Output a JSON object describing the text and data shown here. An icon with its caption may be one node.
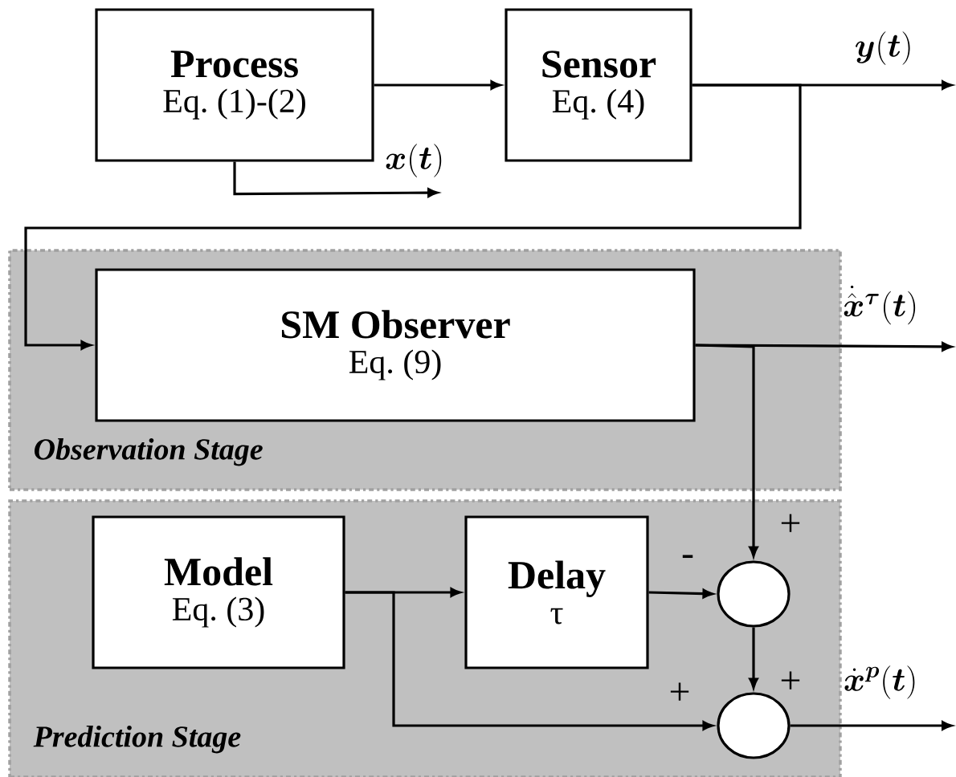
{
  "diagram": {
    "nodes": [
      {
        "text": [
          "Process",
          "Eq. (1)-(2)"
        ]
      },
      {
        "text": [
          "Sensor",
          "Eq. (4)"
        ]
      },
      {
        "text": [
          "Observation Stage"
        ]
      },
      {
        "text": [
          "SM Observer",
          "Eq. (9)"
        ],
        "in": 2
      },
      {
        "text": [
          "Prediction Stage"
        ]
      },
      {
        "text": [
          "Model",
          "Eq. (3)"
        ],
        "in": 4
      },
      {
        "text": [
          "Delay",
          "τ"
        ],
        "in": 4
      },
      {
        "text": [],
        "shape": "circle",
        "in": 4
      },
      {
        "text": [],
        "shape": "circle",
        "in": 4
      }
    ],
    "edges": [
      {
        "from": 0,
        "to": 1,
        "arrow": "to"
      },
      {
        "from": 0,
        "to": null,
        "arrow": "to",
        "label": "\\boldsymbol{x}(\\boldsymbol{t})"
      },
      {
        "from": 1,
        "to": null,
        "arrow": "to",
        "label": "\\boldsymbol{y}(\\boldsymbol{t})"
      },
      {
        "from": 1,
        "to": 3,
        "arrow": "to"
      },
      {
        "from": 3,
        "to": null,
        "arrow": "to",
        "label": "\\dot{\\hat{\\boldsymbol{x}}}^{\\boldsymbol{\\tau}}(\\boldsymbol{t})"
      },
      {
        "from": 3,
        "to": 7,
        "arrow": "to",
        "label": "+"
      },
      {
        "from": 5,
        "to": 6,
        "arrow": "to"
      },
      {
        "from": 6,
        "to": 7,
        "arrow": "to",
        "label": "-"
      },
      {
        "from": 7,
        "to": 8,
        "arrow": "to",
        "label": "+"
      },
      {
        "from": 5,
        "to": 8,
        "arrow": "to",
        "label": "+"
      },
      {
        "from": 8,
        "to": null,
        "arrow": "to",
        "label": "\\dot{\\boldsymbol{x}}^{\\boldsymbol{p}}(\\boldsymbol{t})"
      }
    ]
  }
}
